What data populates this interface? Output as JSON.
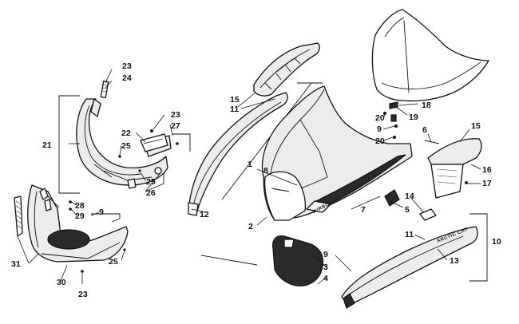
{
  "callouts": {
    "c1": "1",
    "c2": "2",
    "c3": "3",
    "c4": "4",
    "c5": "5",
    "c6": "6",
    "c7": "7",
    "c8": "8",
    "c9a": "9",
    "c9b": "9",
    "c9c": "9",
    "c10": "10",
    "c11a": "11",
    "c11b": "11",
    "c12": "12",
    "c13": "13",
    "c14": "14",
    "c15a": "15",
    "c15b": "15",
    "c16": "16",
    "c17": "17",
    "c18": "18",
    "c19": "19",
    "c20a": "20",
    "c20b": "20",
    "c21": "21",
    "c22": "22",
    "c23a": "23",
    "c23b": "23",
    "c23c": "23",
    "c24": "24",
    "c25a": "25",
    "c25b": "25",
    "c25c": "25",
    "c26": "26",
    "c27": "27",
    "c28": "28",
    "c29": "29",
    "c30": "30",
    "c31": "31"
  },
  "stripe_text": {
    "turbo": "TURBO",
    "arctic_cat": "ARCTIC CAT"
  },
  "colors": {
    "line": "#111111",
    "fill": "#ececec",
    "background": "#ffffff"
  }
}
